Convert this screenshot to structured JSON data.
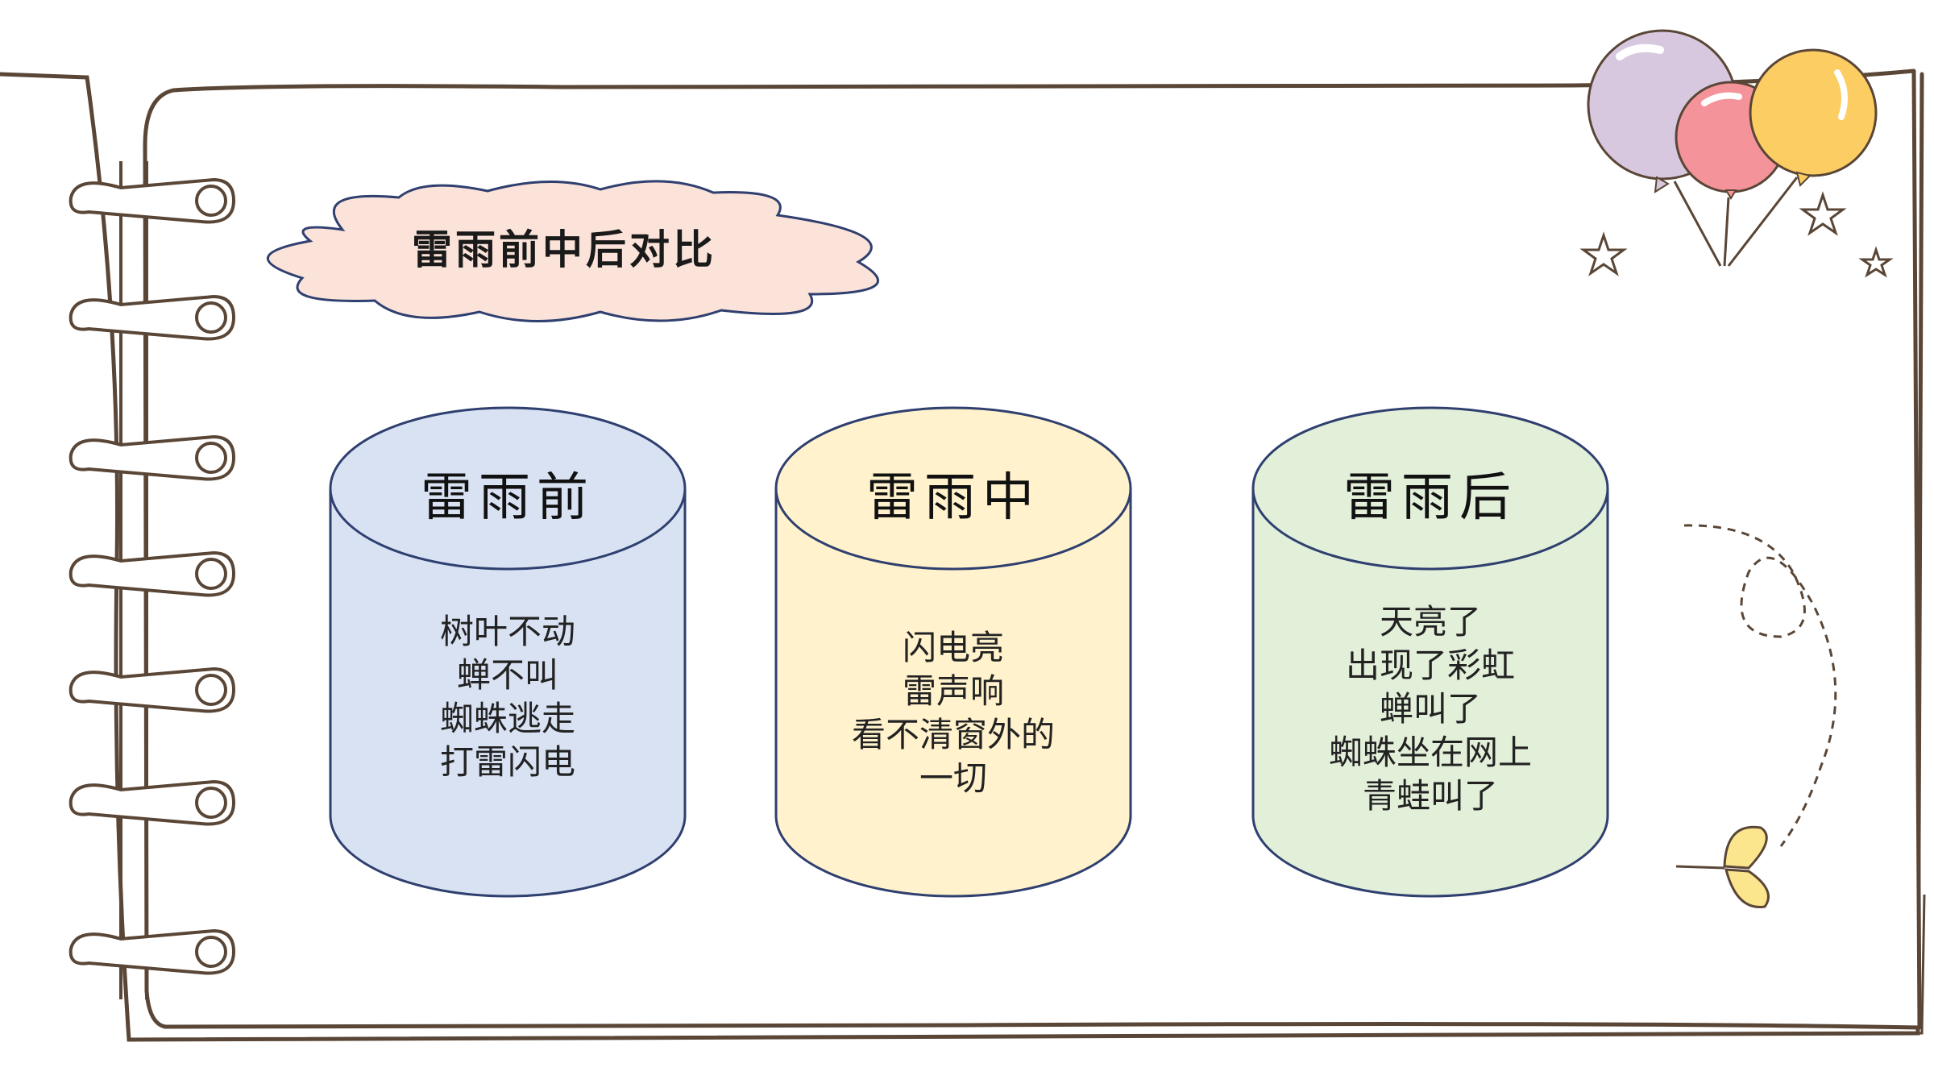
{
  "slide": {
    "title": "雷雨前中后对比"
  },
  "columns": [
    {
      "title": "雷雨前",
      "fill": "#d8e2f3",
      "lines": [
        "树叶不动",
        "蝉不叫",
        "蜘蛛逃走",
        "打雷闪电"
      ]
    },
    {
      "title": "雷雨中",
      "fill": "#fff2cc",
      "lines": [
        "闪电亮",
        "雷声响",
        "看不清窗外的",
        "一切"
      ]
    },
    {
      "title": "雷雨后",
      "fill": "#e2efd9",
      "lines": [
        "天亮了",
        "出现了彩虹",
        "蝉叫了",
        "蜘蛛坐在网上",
        "青蛙叫了"
      ]
    }
  ],
  "colors": {
    "outline": "#2f3f6f",
    "frame_line": "#5a4636",
    "cloud_fill": "#fbe3d9",
    "balloon_purple": "#d7c8e0",
    "balloon_red": "#f4949a",
    "balloon_yellow": "#fccd63",
    "butterfly": "#fbe68e"
  },
  "decorations": [
    "notebook-frame",
    "spiral-rings",
    "balloons-icon",
    "stars",
    "dashed-flight-path",
    "butterfly-icon"
  ]
}
